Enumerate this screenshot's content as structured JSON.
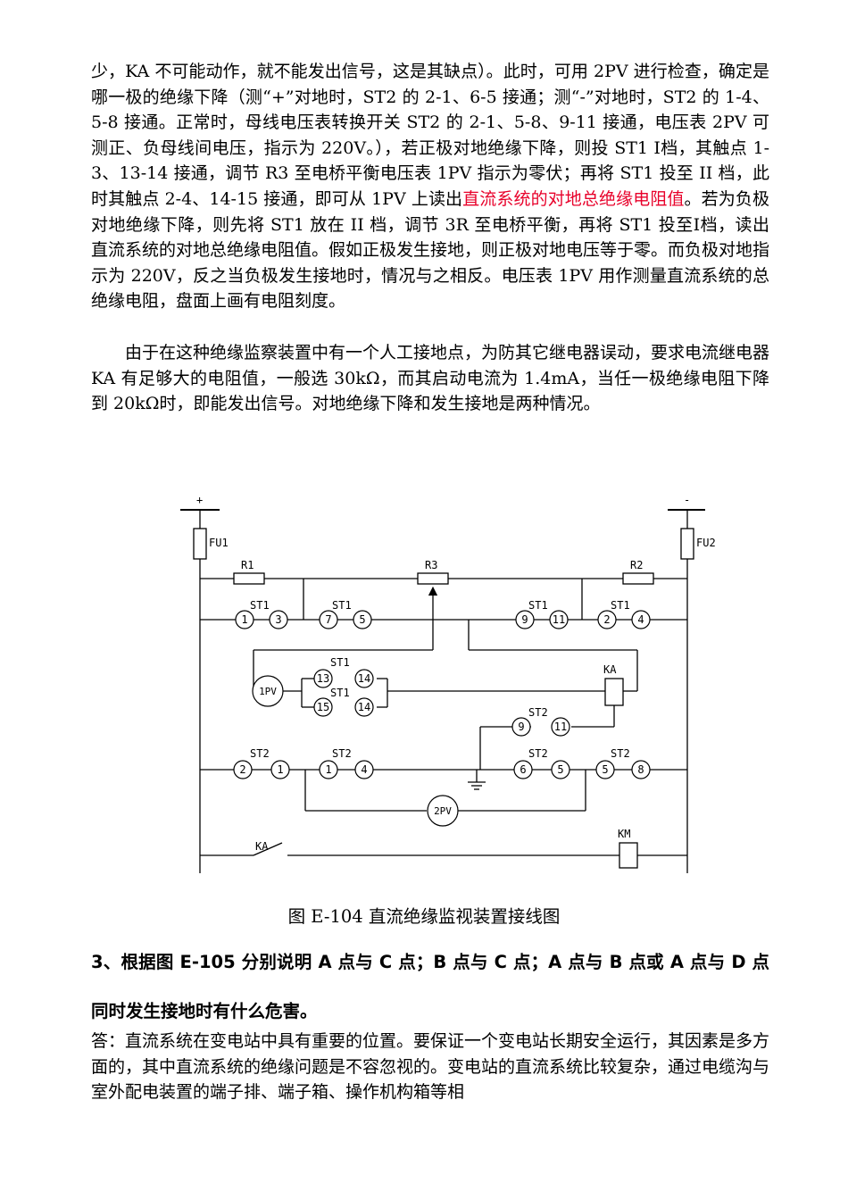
{
  "paragraph1": {
    "before": "少，KA 不可能动作，就不能发出信号，这是其缺点）。此时，可用 2PV 进行检查，确定是哪一极的绝缘下降（测“+”对地时，ST2 的 2-1、6-5 接通；测“-”对地时，ST2 的 1-4、5-8 接通。正常时，母线电压表转换开关 ST2 的 2-1、5-8、9-11 接通，电压表 2PV 可测正、负母线间电压，指示为 220V。），若正极对地绝缘下降，则投 ST1 Ⅰ档，其触点 1-3、13-14 接通，调节 R3 至电桥平衡电压表 1PV 指示为零伏；再将 ST1 投至 II 档，此时其触点 2-4、14-15 接通，即可从 1PV 上读出",
    "highlight": "直流系统的对地总绝缘电阻值",
    "after": "。若为负极对地绝缘下降，则先将 ST1 放在 II 档，调节 3R 至电桥平衡，再将 ST1 投至Ⅰ档，读出直流系统的对地总绝缘电阻值。假如正极发生接地，则正极对地电压等于零。而负极对地指示为 220V，反之当负极发生接地时，情况与之相反。电压表 1PV 用作测量直流系统的总绝缘电阻，盘面上画有电阻刻度。"
  },
  "paragraph2": "由于在这种绝缘监察装置中有一个人工接地点，为防其它继电器误动，要求电流继电器 KA 有足够大的电阻值，一般选 30kΩ，而其启动电流为 1.4mA，当任一极绝缘电阻下降到 20kΩ时，即能发出信号。对地绝缘下降和发生接地是两种情况。",
  "figure": {
    "labels": {
      "plus": "+",
      "minus": "-",
      "fu1": "FU1",
      "fu2": "FU2",
      "r1": "R1",
      "r2": "R2",
      "r3": "R3",
      "st1": "ST1",
      "st2": "ST2",
      "ka": "KA",
      "km": "KM",
      "pv1": "1PV",
      "pv2": "2PV"
    },
    "contacts": {
      "c1": "1",
      "c2": "2",
      "c3": "3",
      "c4": "4",
      "c5": "5",
      "c6": "6",
      "c7": "7",
      "c8": "8",
      "c9": "9",
      "c11": "11",
      "c13": "13",
      "c14": "14",
      "c15": "15"
    },
    "caption": "图 E-104 直流绝缘监视装置接线图"
  },
  "heading": "3、根据图 E-105 分别说明 A 点与 C 点；B 点与 C 点；A 点与 B 点或 A 点与 D 点同时发生接地时有什么危害。",
  "answer": "答：直流系统在变电站中具有重要的位置。要保证一个变电站长期安全运行，其因素是多方面的，其中直流系统的绝缘问题是不容忽视的。变电站的直流系统比较复杂，通过电缆沟与室外配电装置的端子排、端子箱、操作机构箱等相"
}
